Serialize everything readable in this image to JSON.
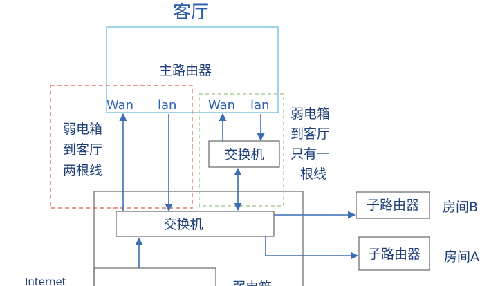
{
  "title": "客厅",
  "main_router": {
    "label": "主路由器",
    "ports_left": {
      "wan": "Wan",
      "lan": "lan"
    },
    "ports_right": {
      "wan": "Wan",
      "lan": "lan"
    }
  },
  "left_note": [
    "弱电箱",
    "到客厅",
    "两根线"
  ],
  "right_note": [
    "弱电箱",
    "到客厅",
    "只有一",
    "根线"
  ],
  "switch_small": "交换机",
  "switch_big": "交换机",
  "sub_router_b": {
    "label": "子路由器",
    "room": "房间B"
  },
  "sub_router_a": {
    "label": "子路由器",
    "room": "房间A"
  },
  "internet_label": "Internet",
  "weak_box_label": "弱电箱",
  "colors": {
    "router_box": "#5fb6d9",
    "left_dashed": "#d77a6b",
    "right_dashed": "#9fc17f",
    "lines": "#3c6db5",
    "box_border": "#666666"
  }
}
